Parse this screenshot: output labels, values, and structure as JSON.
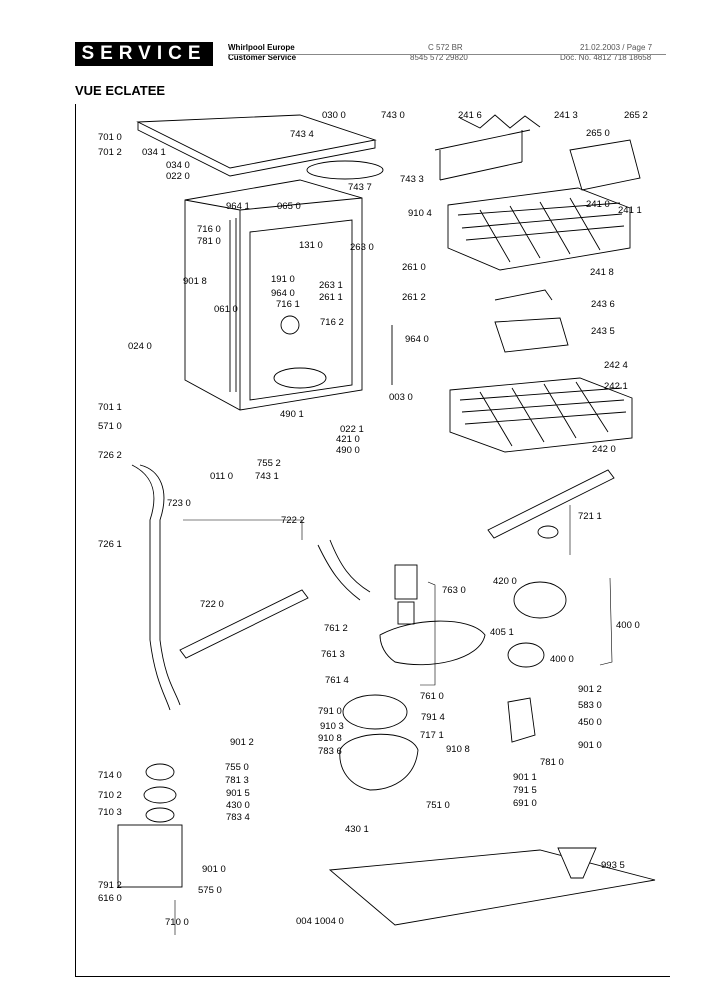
{
  "header": {
    "badge": "SERVICE",
    "company_line1": "Whirlpool Europe",
    "company_line2": "Customer Service",
    "model": "C 572 BR",
    "code": "8545 572 29820",
    "date_page": "21.02.2003 / Page 7",
    "doc_no": "Doc. No. 4812 718 18658"
  },
  "title": "VUE ECLATEE",
  "callouts": [
    "030 0",
    "743 0",
    "743 4",
    "241 6",
    "241 3",
    "265 2",
    "265 0",
    "701 0",
    "701 2",
    "034 1",
    "034 0",
    "022 0",
    "743 7",
    "743 3",
    "964 1",
    "065 0",
    "910 4",
    "241 0",
    "241 1",
    "716 0",
    "781 0",
    "131 0",
    "263 0",
    "261 0",
    "241 8",
    "191 0",
    "964 0",
    "901 8",
    "263 1",
    "261 1",
    "261 2",
    "716 1",
    "243 6",
    "061 0",
    "716 2",
    "243 5",
    "964 0",
    "024 0",
    "242 4",
    "242 1",
    "003 0",
    "701 1",
    "490 1",
    "022 1",
    "571 0",
    "421 0",
    "490 0",
    "726 2",
    "755 2",
    "011 0",
    "743 1",
    "242 0",
    "723 0",
    "722 2",
    "721 1",
    "726 1",
    "763 0",
    "420 0",
    "722 0",
    "761 2",
    "400 0",
    "405 1",
    "761 3",
    "400 0",
    "761 4",
    "761 0",
    "901 2",
    "791 0",
    "583 0",
    "910 3",
    "791 4",
    "450 0",
    "717 1",
    "910 8",
    "910 8",
    "901 2",
    "783 6",
    "901 0",
    "755 0",
    "781 0",
    "714 0",
    "781 3",
    "901 1",
    "710 2",
    "901 5",
    "791 5",
    "430 0",
    "751 0",
    "691 0",
    "710 3",
    "430 1",
    "783 4",
    "901 0",
    "993 5",
    "791 2",
    "575 0",
    "616 0",
    "710 0",
    "004 1",
    "004 0"
  ]
}
